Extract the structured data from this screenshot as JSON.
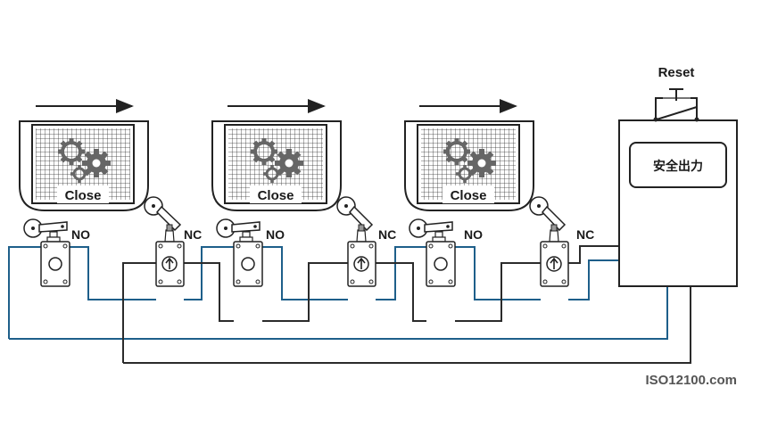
{
  "guards": [
    {
      "label": "Close"
    },
    {
      "label": "Close"
    },
    {
      "label": "Close"
    }
  ],
  "switches": [
    {
      "label": "NO"
    },
    {
      "label": "NC"
    },
    {
      "label": "NO"
    },
    {
      "label": "NC"
    },
    {
      "label": "NO"
    },
    {
      "label": "NC"
    }
  ],
  "reset_label": "Reset",
  "safety_output_label": "安全出力",
  "watermark": "ISO12100.com",
  "colors": {
    "blue_wire": "#1e5f8a",
    "dark_wire": "#2b2b2b",
    "outline": "#222222",
    "gear": "#6b6b6b"
  }
}
